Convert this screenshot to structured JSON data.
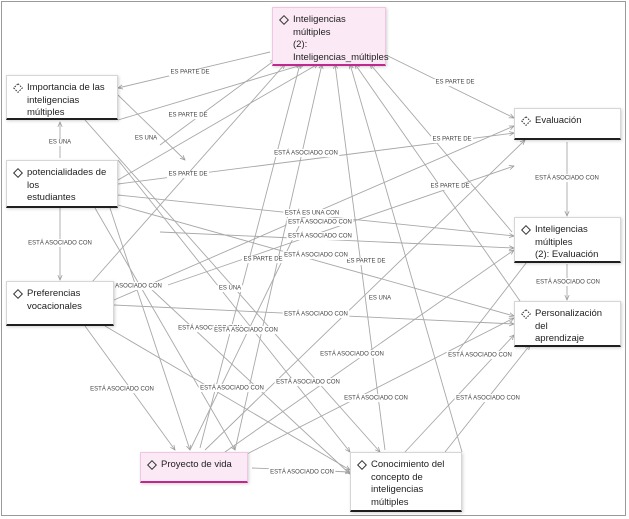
{
  "nodes": {
    "multiples": "Inteligencias múltiples\n(2):\nInteligencias_múltiples",
    "importancia": "Importancia de las\ninteligencias múltiples",
    "potencialidades": "potencialidades de los\nestudiantes",
    "preferencias": "Preferencias\nvocacionales",
    "proyecto": "Proyecto de vida",
    "conocimiento": "Conocimiento del\nconcepto de\ninteligencias múltiples",
    "evaluacion": "Evaluación",
    "multiples_eval": "Inteligencias múltiples\n(2): Evaluación",
    "personalizacion": "Personalización del\naprendizaje"
  },
  "edge_labels": {
    "es_parte_de": "ES PARTE DE",
    "esta_asociado_con": "ESTÁ ASOCIADO CON",
    "es_una": "ES UNA",
    "esta_es_una_con": "ESTÁ ES UNA CON"
  },
  "colors": {
    "pink_fill": "#fbe9f5",
    "pink_accent": "#c0288e",
    "edge": "#a8a8a8"
  },
  "icons": {
    "concept": "diamond-icon",
    "dashed": "dashed-diamond-icon"
  }
}
